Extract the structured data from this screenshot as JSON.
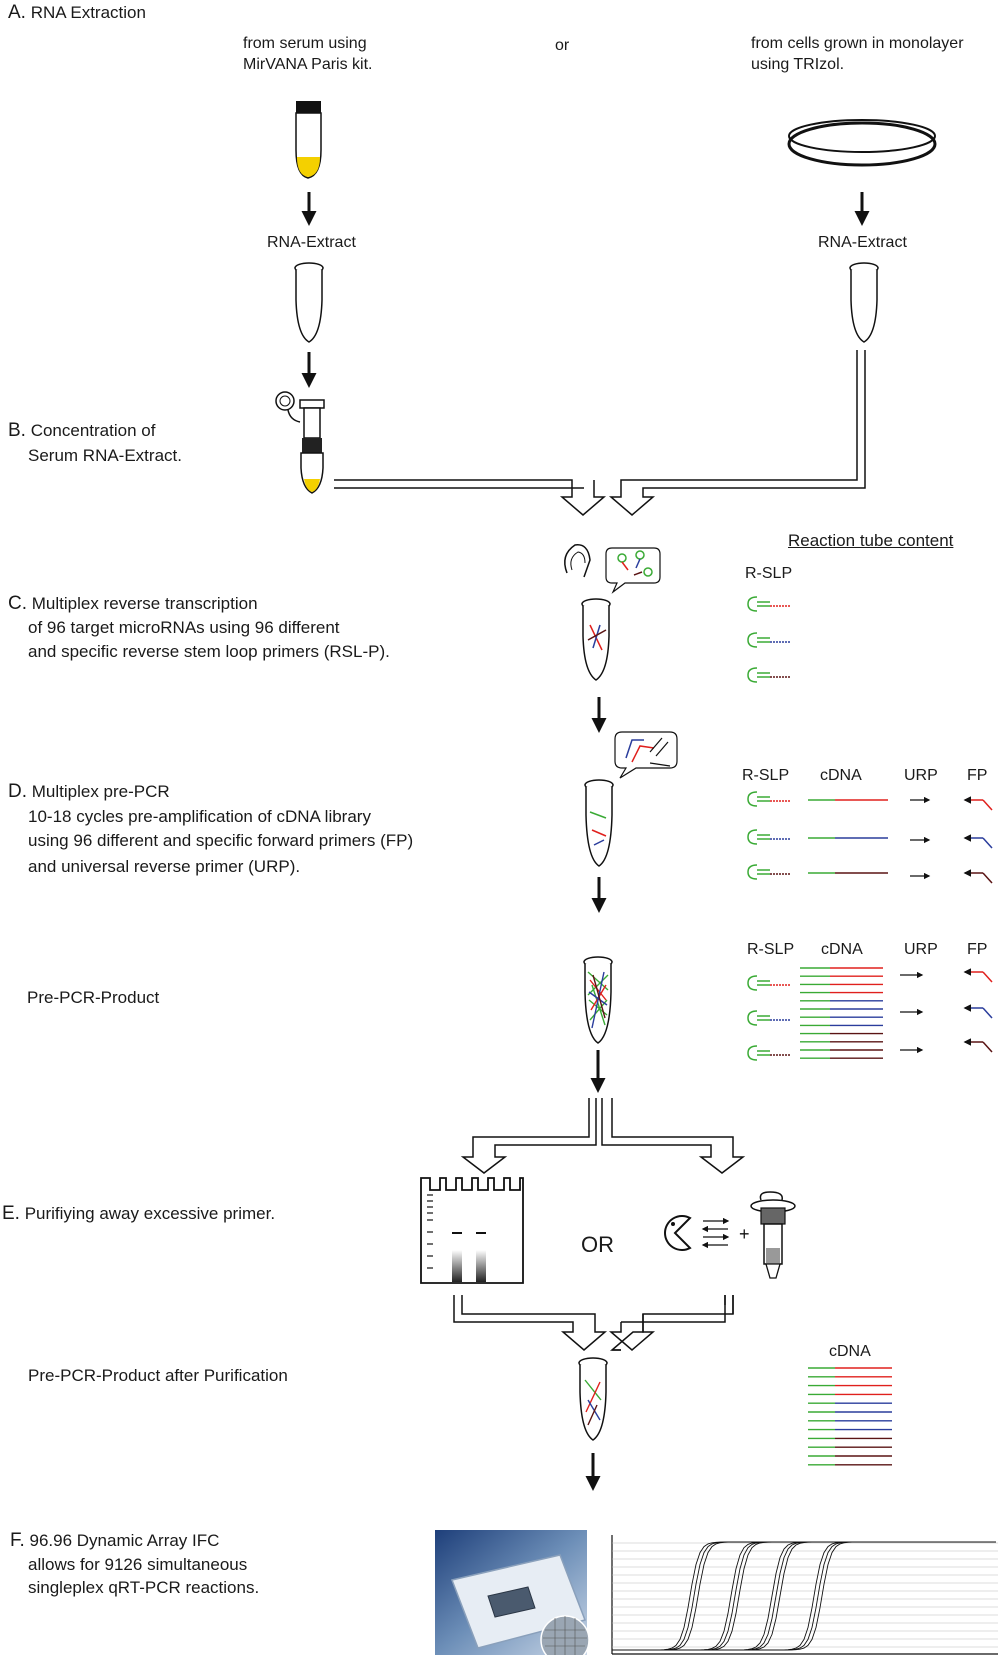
{
  "sections": {
    "a": {
      "letter": "A.",
      "title": "RNA Extraction",
      "serum_source": [
        "from serum using",
        "MirVANA Paris kit."
      ],
      "or": "or",
      "cell_source": [
        "from cells grown in monolayer",
        "using TRIzol."
      ],
      "extract_label": "RNA-Extract"
    },
    "b": {
      "letter": "B.",
      "lines": [
        "Concentration of",
        "Serum RNA-Extract."
      ]
    },
    "c": {
      "letter": "C.",
      "lines": [
        "Multiplex reverse transcription",
        "of 96 target microRNAs using 96 different",
        "and specific reverse stem loop primers (RSL-P)."
      ]
    },
    "d": {
      "letter": "D.",
      "lines": [
        "Multiplex pre-PCR",
        "10-18 cycles pre-amplification of cDNA library",
        "using 96 different and specific forward primers (FP)",
        "and universal reverse primer (URP)."
      ]
    },
    "pre_pcr": "Pre-PCR-Product",
    "e": {
      "letter": "E.",
      "text": "Purifiying away excessive primer.",
      "or": "OR"
    },
    "after_purification": "Pre-PCR-Product after Purification",
    "f": {
      "letter": "F.",
      "lines": [
        "96.96 Dynamic Array IFC",
        "allows for 9126 simultaneous",
        "singleplex qRT-PCR reactions."
      ]
    }
  },
  "reaction_tube_content": {
    "title": "Reaction tube content",
    "headers": {
      "rslp": "R-SLP",
      "cdna": "cDNA",
      "urp": "URP",
      "fp": "FP"
    }
  },
  "colors": {
    "red": "#e0201d",
    "blue": "#2a3d9c",
    "brown": "#5a1414",
    "green": "#3aaa35",
    "yellow": "#f4d000"
  }
}
